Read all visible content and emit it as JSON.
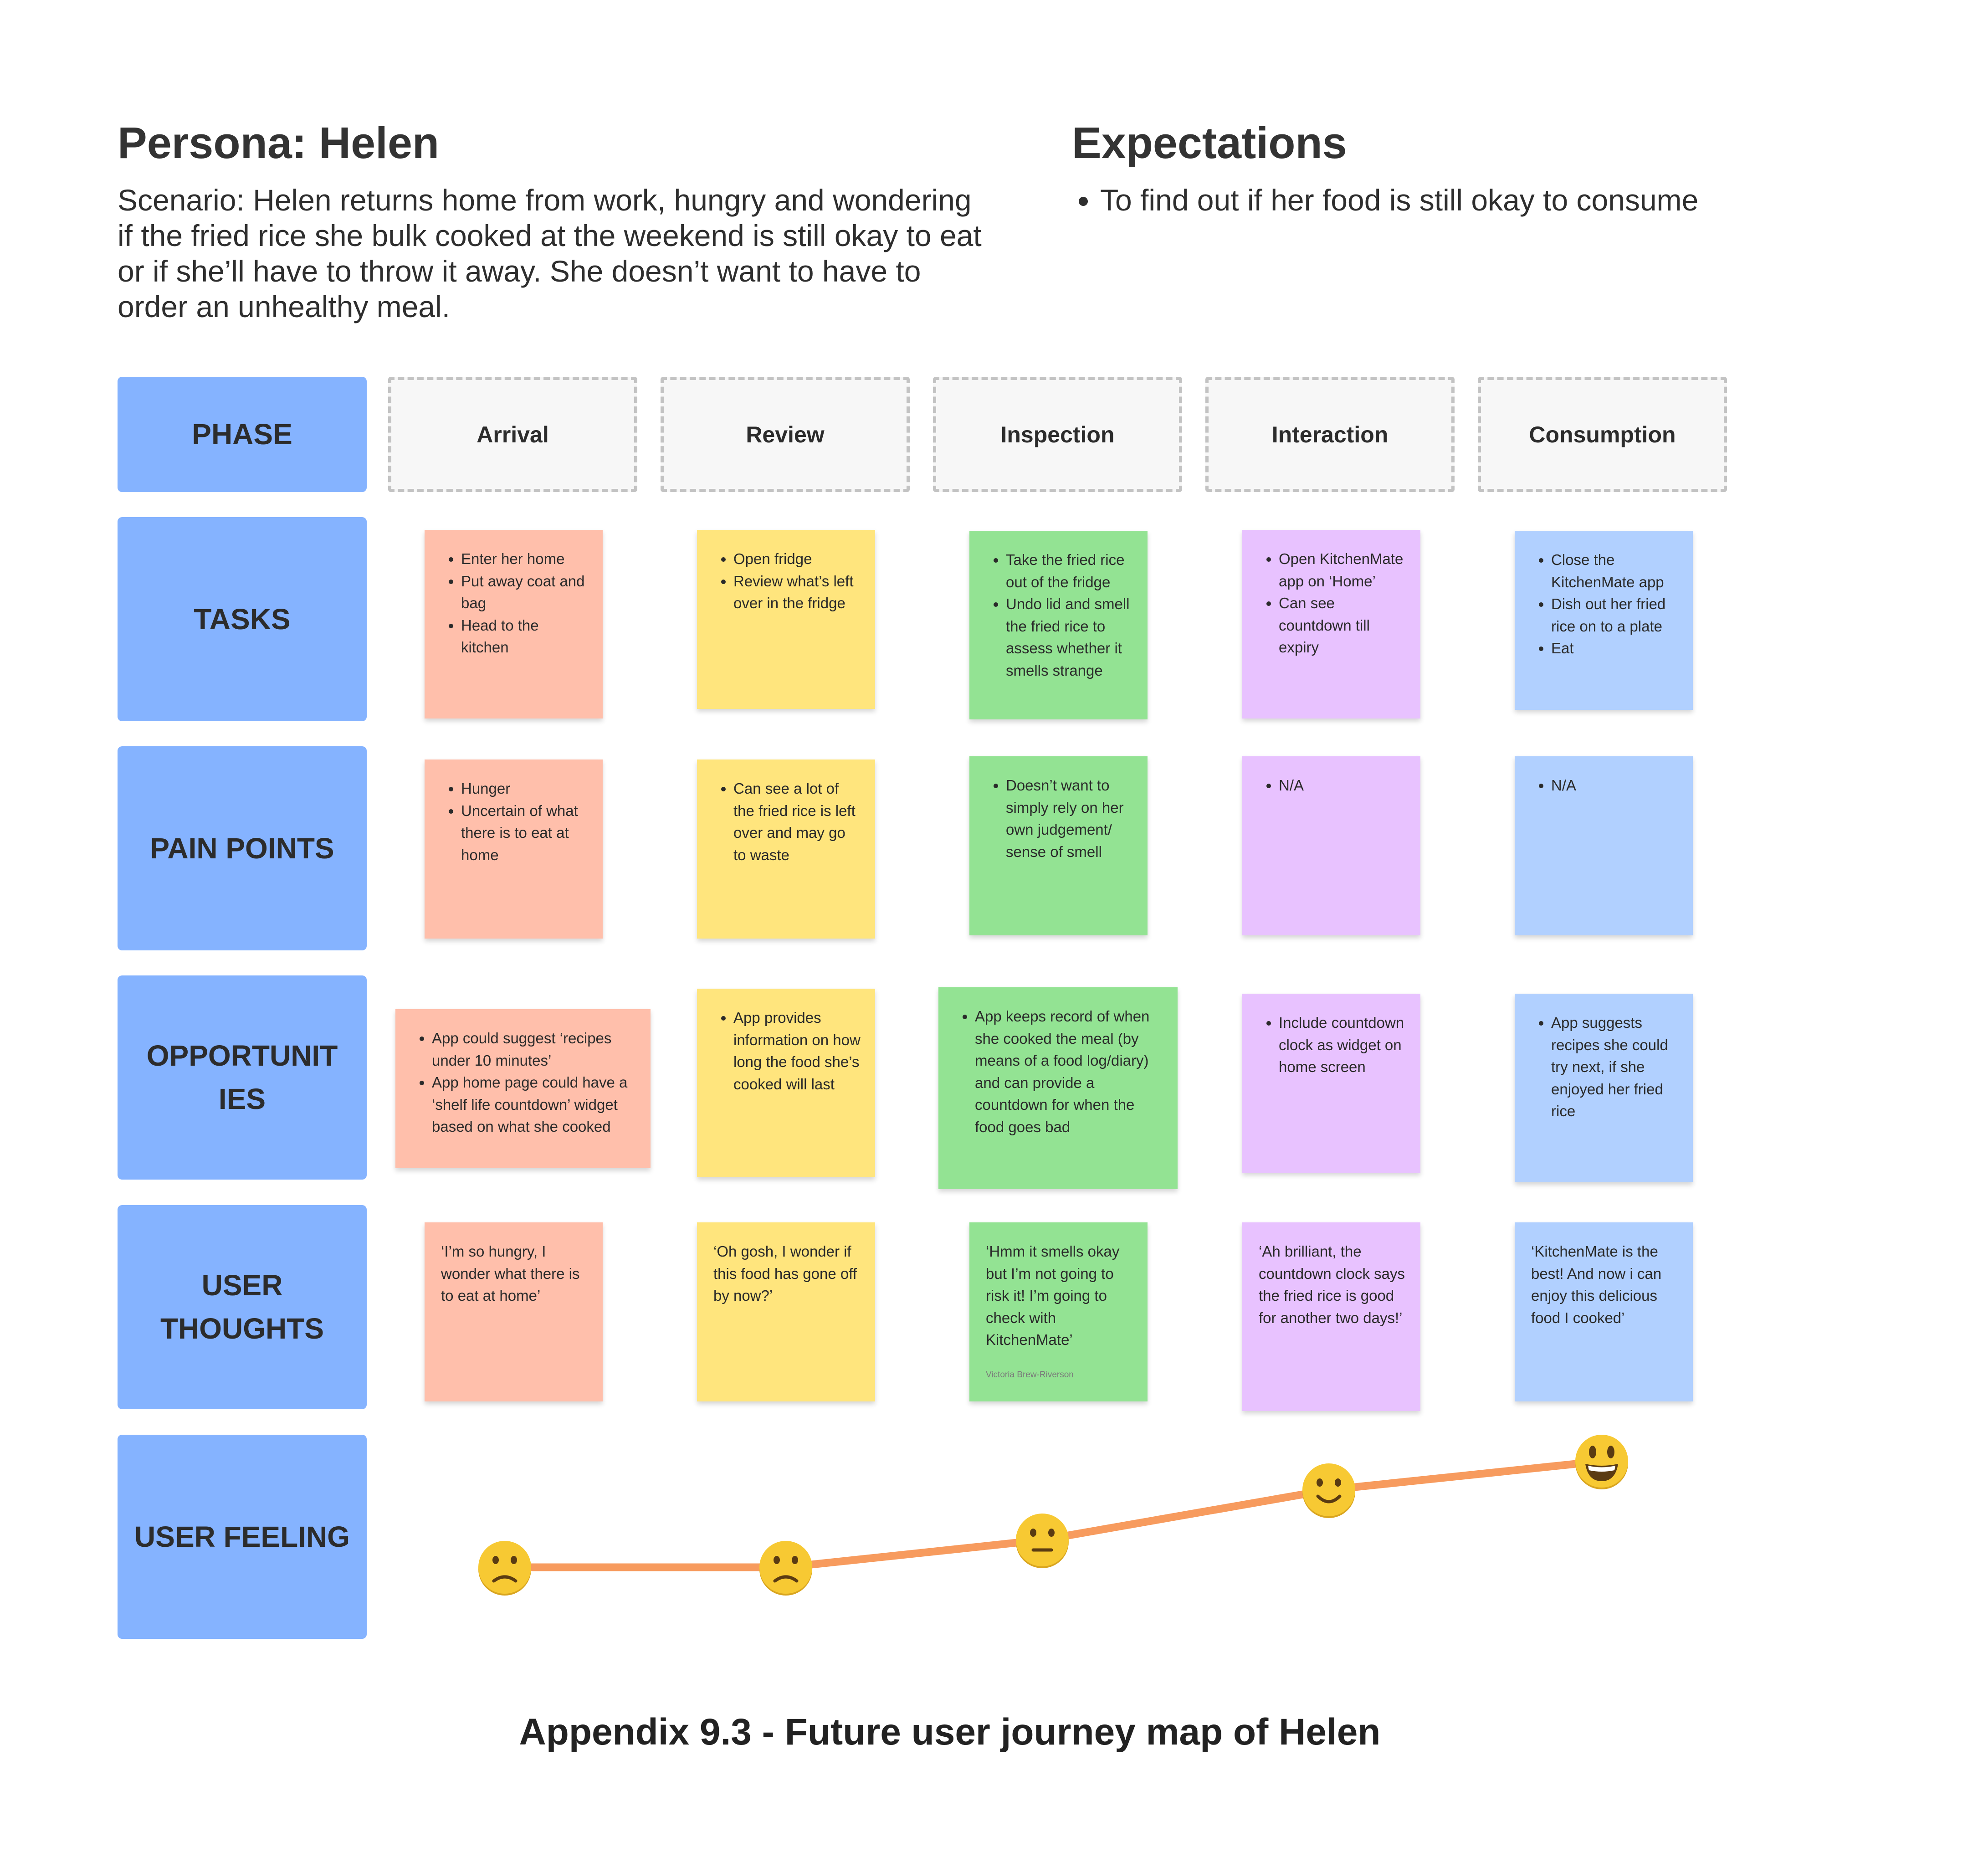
{
  "persona": {
    "title": "Persona: Helen",
    "scenario": "Scenario: Helen returns home from work, hungry and wondering if the fried rice she  bulk cooked at the weekend is still okay to eat or if she’ll have to throw it away. She doesn’t want to have to order an unhealthy meal."
  },
  "expectations": {
    "title": "Expectations",
    "items": [
      "To find out if her food is still okay to consume"
    ]
  },
  "row_labels": {
    "phase": "PHASE",
    "tasks": "TASKS",
    "pain_points": "PAIN POINTS",
    "opportunities": "OPPORTUNIT IES",
    "user_thoughts": "USER THOUGHTS",
    "user_feeling": "USER FEELING"
  },
  "phases": [
    "Arrival",
    "Review",
    "Inspection",
    "Interaction",
    "Consumption"
  ],
  "tasks": [
    [
      "Enter her home",
      "Put away coat and bag",
      "Head to the kitchen"
    ],
    [
      "Open fridge",
      "Review what’s left over in the fridge"
    ],
    [
      "Take the fried rice out of the fridge",
      "Undo lid and smell the fried rice to assess whether it smells strange"
    ],
    [
      "Open KitchenMate app on ‘Home’",
      "Can see countdown till expiry"
    ],
    [
      "Close the KitchenMate app",
      "Dish out her fried rice on to a plate",
      "Eat"
    ]
  ],
  "pain_points": [
    [
      "Hunger",
      "Uncertain of what there is to eat at home"
    ],
    [
      "Can see a lot of the fried rice is left over and may go to waste"
    ],
    [
      "Doesn’t want to simply rely on her own judgement/ sense of smell"
    ],
    [
      "N/A"
    ],
    [
      "N/A"
    ]
  ],
  "opportunities": [
    [
      "App could suggest ‘recipes under 10 minutes’",
      "App home page could have a ‘shelf life countdown’ widget based on what she cooked"
    ],
    [
      "App provides information on how long the food she’s cooked will last"
    ],
    [
      "App keeps record of when she cooked the meal (by means of a food log/diary) and can provide a countdown for when the food goes bad"
    ],
    [
      "Include countdown clock as widget on home screen"
    ],
    [
      "App suggests recipes she could try next, if she enjoyed her fried rice"
    ]
  ],
  "user_thoughts": [
    "‘I’m so hungry, I wonder what there is to eat at home’",
    "‘Oh gosh, I wonder if this food has gone off by now?’",
    "‘Hmm it smells okay but I’m not going to risk it! I’m going to check with KitchenMate’",
    "‘Ah brilliant, the countdown clock says the fried rice is good for another two days!’",
    "‘KitchenMate is the best! And now i can enjoy this delicious food I cooked’"
  ],
  "note_author": "Victoria Brew-Riverson",
  "user_feeling": {
    "faces": [
      "sad",
      "sad",
      "neutral",
      "smile",
      "grin"
    ],
    "line_color": "#f79b5e",
    "face_color": "#f7c933"
  },
  "colors": {
    "row_label": "#85b3ff",
    "arrival": "#ffbfab",
    "review": "#ffe57d",
    "inspection": "#93e393",
    "interaction": "#e8c2ff",
    "consumption": "#b1d0ff"
  },
  "caption": "Appendix 9.3 - Future user journey map of Helen"
}
